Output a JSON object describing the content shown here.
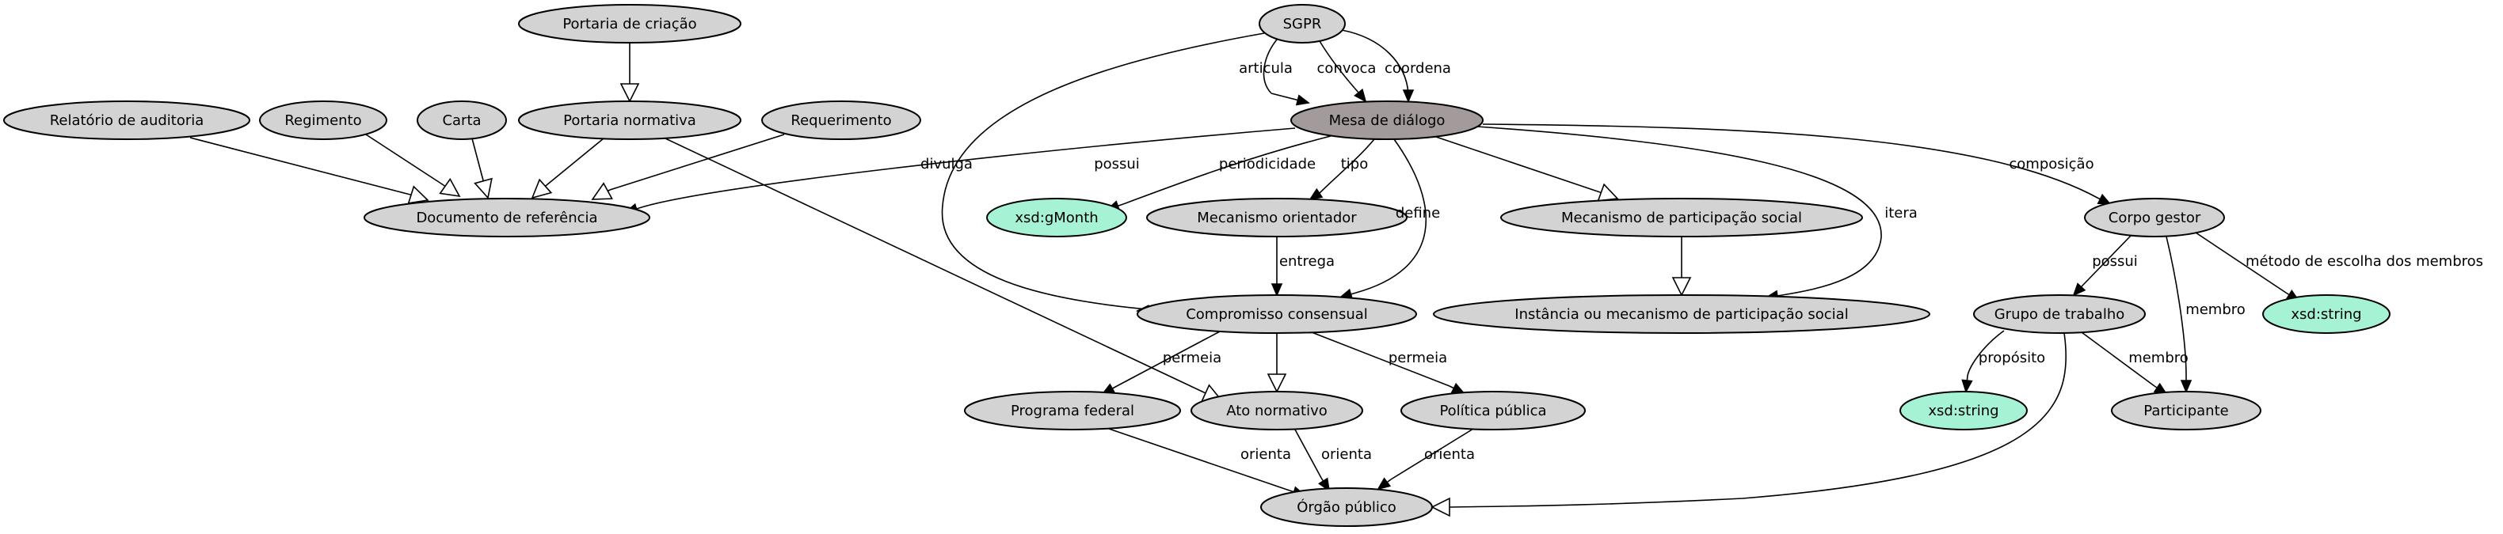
{
  "colors": {
    "node_default": "#d3d3d3",
    "node_central": "#a39b9b",
    "node_datatype": "#a6f2d4",
    "edge": "#000000"
  },
  "nodes": [
    {
      "id": "sgpr",
      "label": "SGPR",
      "kind": "default"
    },
    {
      "id": "portaria_criacao",
      "label": "Portaria de criação",
      "kind": "default"
    },
    {
      "id": "relatorio_auditoria",
      "label": "Relatório de auditoria",
      "kind": "default"
    },
    {
      "id": "regimento",
      "label": "Regimento",
      "kind": "default"
    },
    {
      "id": "carta",
      "label": "Carta",
      "kind": "default"
    },
    {
      "id": "portaria_normativa",
      "label": "Portaria normativa",
      "kind": "default"
    },
    {
      "id": "requerimento",
      "label": "Requerimento",
      "kind": "default"
    },
    {
      "id": "mesa_dialogo",
      "label": "Mesa de diálogo",
      "kind": "central"
    },
    {
      "id": "documento_referencia",
      "label": "Documento de referência",
      "kind": "default"
    },
    {
      "id": "xsd_gmonth",
      "label": "xsd:gMonth",
      "kind": "datatype"
    },
    {
      "id": "mecanismo_orientador",
      "label": "Mecanismo orientador",
      "kind": "default"
    },
    {
      "id": "mecanismo_participacao",
      "label": "Mecanismo de participação social",
      "kind": "default"
    },
    {
      "id": "corpo_gestor",
      "label": "Corpo gestor",
      "kind": "default"
    },
    {
      "id": "compromisso_consensual",
      "label": "Compromisso consensual",
      "kind": "default"
    },
    {
      "id": "instancia_mecanismo",
      "label": "Instância ou mecanismo de participação social",
      "kind": "default"
    },
    {
      "id": "grupo_trabalho",
      "label": "Grupo de trabalho",
      "kind": "default"
    },
    {
      "id": "xsd_string_1",
      "label": "xsd:string",
      "kind": "datatype"
    },
    {
      "id": "programa_federal",
      "label": "Programa federal",
      "kind": "default"
    },
    {
      "id": "ato_normativo",
      "label": "Ato normativo",
      "kind": "default"
    },
    {
      "id": "politica_publica",
      "label": "Política pública",
      "kind": "default"
    },
    {
      "id": "xsd_string_2",
      "label": "xsd:string",
      "kind": "datatype"
    },
    {
      "id": "participante",
      "label": "Participante",
      "kind": "default"
    },
    {
      "id": "orgao_publico",
      "label": "Órgão público",
      "kind": "default"
    }
  ],
  "edges": [
    {
      "id": "e_sgpr_articula",
      "from": "sgpr",
      "to": "mesa_dialogo",
      "label": "articula",
      "type": "relation"
    },
    {
      "id": "e_sgpr_convoca",
      "from": "sgpr",
      "to": "mesa_dialogo",
      "label": "convoca",
      "type": "relation"
    },
    {
      "id": "e_sgpr_coordena",
      "from": "sgpr",
      "to": "mesa_dialogo",
      "label": "coordena",
      "type": "relation"
    },
    {
      "id": "e_sgpr_divulga",
      "from": "sgpr",
      "to": "compromisso_consensual",
      "label": "divulga",
      "type": "relation"
    },
    {
      "id": "e_portcriacao_portnorm",
      "from": "portaria_criacao",
      "to": "portaria_normativa",
      "label": "",
      "type": "subclass"
    },
    {
      "id": "e_relatorio_doc",
      "from": "relatorio_auditoria",
      "to": "documento_referencia",
      "label": "",
      "type": "subclass"
    },
    {
      "id": "e_regimento_doc",
      "from": "regimento",
      "to": "documento_referencia",
      "label": "",
      "type": "subclass"
    },
    {
      "id": "e_carta_doc",
      "from": "carta",
      "to": "documento_referencia",
      "label": "",
      "type": "subclass"
    },
    {
      "id": "e_portnorm_doc",
      "from": "portaria_normativa",
      "to": "documento_referencia",
      "label": "",
      "type": "subclass"
    },
    {
      "id": "e_requerimento_doc",
      "from": "requerimento",
      "to": "documento_referencia",
      "label": "",
      "type": "subclass"
    },
    {
      "id": "e_portnorm_ato",
      "from": "portaria_normativa",
      "to": "ato_normativo",
      "label": "",
      "type": "subclass"
    },
    {
      "id": "e_mesa_possui",
      "from": "mesa_dialogo",
      "to": "documento_referencia",
      "label": "possui",
      "type": "relation"
    },
    {
      "id": "e_mesa_periodicidade",
      "from": "mesa_dialogo",
      "to": "xsd_gmonth",
      "label": "periodicidade",
      "type": "relation"
    },
    {
      "id": "e_mesa_tipo",
      "from": "mesa_dialogo",
      "to": "mecanismo_orientador",
      "label": "tipo",
      "type": "relation"
    },
    {
      "id": "e_mesa_define",
      "from": "mesa_dialogo",
      "to": "compromisso_consensual",
      "label": "define",
      "type": "relation"
    },
    {
      "id": "e_mesa_mecpart",
      "from": "mesa_dialogo",
      "to": "mecanismo_participacao",
      "label": "",
      "type": "subclass"
    },
    {
      "id": "e_mesa_itera",
      "from": "mesa_dialogo",
      "to": "instancia_mecanismo",
      "label": "itera",
      "type": "relation"
    },
    {
      "id": "e_mesa_composicao",
      "from": "mesa_dialogo",
      "to": "corpo_gestor",
      "label": "composição",
      "type": "relation"
    },
    {
      "id": "e_mecorient_entrega",
      "from": "mecanismo_orientador",
      "to": "compromisso_consensual",
      "label": "entrega",
      "type": "relation"
    },
    {
      "id": "e_mecpart_instancia",
      "from": "mecanismo_participacao",
      "to": "instancia_mecanismo",
      "label": "",
      "type": "subclass"
    },
    {
      "id": "e_corpo_possui",
      "from": "corpo_gestor",
      "to": "grupo_trabalho",
      "label": "possui",
      "type": "relation"
    },
    {
      "id": "e_corpo_metodo",
      "from": "corpo_gestor",
      "to": "xsd_string_2",
      "label": "método de escolha dos membros",
      "type": "relation"
    },
    {
      "id": "e_corpo_membro",
      "from": "corpo_gestor",
      "to": "participante",
      "label": "membro",
      "type": "relation"
    },
    {
      "id": "e_grupo_proposito",
      "from": "grupo_trabalho",
      "to": "xsd_string_1",
      "label": "propósito",
      "type": "relation"
    },
    {
      "id": "e_grupo_membro",
      "from": "grupo_trabalho",
      "to": "participante",
      "label": "membro",
      "type": "relation"
    },
    {
      "id": "e_grupo_orgao",
      "from": "grupo_trabalho",
      "to": "orgao_publico",
      "label": "",
      "type": "subclass"
    },
    {
      "id": "e_comp_programa",
      "from": "compromisso_consensual",
      "to": "programa_federal",
      "label": "permeia",
      "type": "relation"
    },
    {
      "id": "e_comp_ato",
      "from": "compromisso_consensual",
      "to": "ato_normativo",
      "label": "",
      "type": "subclass"
    },
    {
      "id": "e_comp_politica",
      "from": "compromisso_consensual",
      "to": "politica_publica",
      "label": "permeia",
      "type": "relation"
    },
    {
      "id": "e_programa_orgao",
      "from": "programa_federal",
      "to": "orgao_publico",
      "label": "orienta",
      "type": "relation"
    },
    {
      "id": "e_ato_orgao",
      "from": "ato_normativo",
      "to": "orgao_publico",
      "label": "orienta",
      "type": "relation"
    },
    {
      "id": "e_politica_orgao",
      "from": "politica_publica",
      "to": "orgao_publico",
      "label": "orienta",
      "type": "relation"
    }
  ]
}
